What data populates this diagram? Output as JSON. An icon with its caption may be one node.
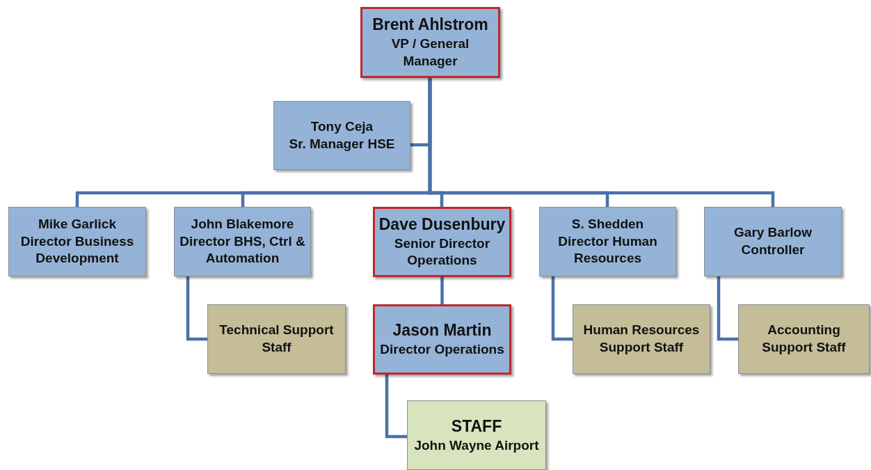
{
  "diagram": {
    "nodes": [
      {
        "text": [
          "Brent Ahlstrom",
          "VP / General Manager"
        ]
      },
      {
        "text": [
          "Tony Ceja",
          "Sr. Manager HSE"
        ]
      },
      {
        "text": [
          "Mike Garlick",
          "Director Business Development"
        ]
      },
      {
        "text": [
          "John Blakemore",
          "Director BHS, Ctrl & Automation"
        ]
      },
      {
        "text": [
          "Dave Dusenbury",
          "Senior Director Operations"
        ]
      },
      {
        "text": [
          "S. Shedden",
          "Director Human Resources"
        ]
      },
      {
        "text": [
          "Gary Barlow",
          "Controller"
        ]
      },
      {
        "text": [
          "Technical Support Staff"
        ]
      },
      {
        "text": [
          "Jason Martin",
          "Director Operations"
        ]
      },
      {
        "text": [
          "Human Resources Support Staff"
        ]
      },
      {
        "text": [
          "Accounting Support Staff"
        ]
      },
      {
        "text": [
          "STAFF",
          "John Wayne Airport"
        ]
      }
    ],
    "edges": [
      {
        "from": 0,
        "to": 1,
        "arrow": "none"
      },
      {
        "from": 0,
        "to": 2,
        "arrow": "none"
      },
      {
        "from": 0,
        "to": 3,
        "arrow": "none"
      },
      {
        "from": 0,
        "to": 4,
        "arrow": "none"
      },
      {
        "from": 0,
        "to": 5,
        "arrow": "none"
      },
      {
        "from": 0,
        "to": 6,
        "arrow": "none"
      },
      {
        "from": 4,
        "to": 8,
        "arrow": "none"
      },
      {
        "from": 3,
        "to": 7,
        "arrow": "none"
      },
      {
        "from": 8,
        "to": 11,
        "arrow": "none"
      },
      {
        "from": 5,
        "to": 9,
        "arrow": "none"
      },
      {
        "from": 6,
        "to": 10,
        "arrow": "none"
      }
    ]
  }
}
